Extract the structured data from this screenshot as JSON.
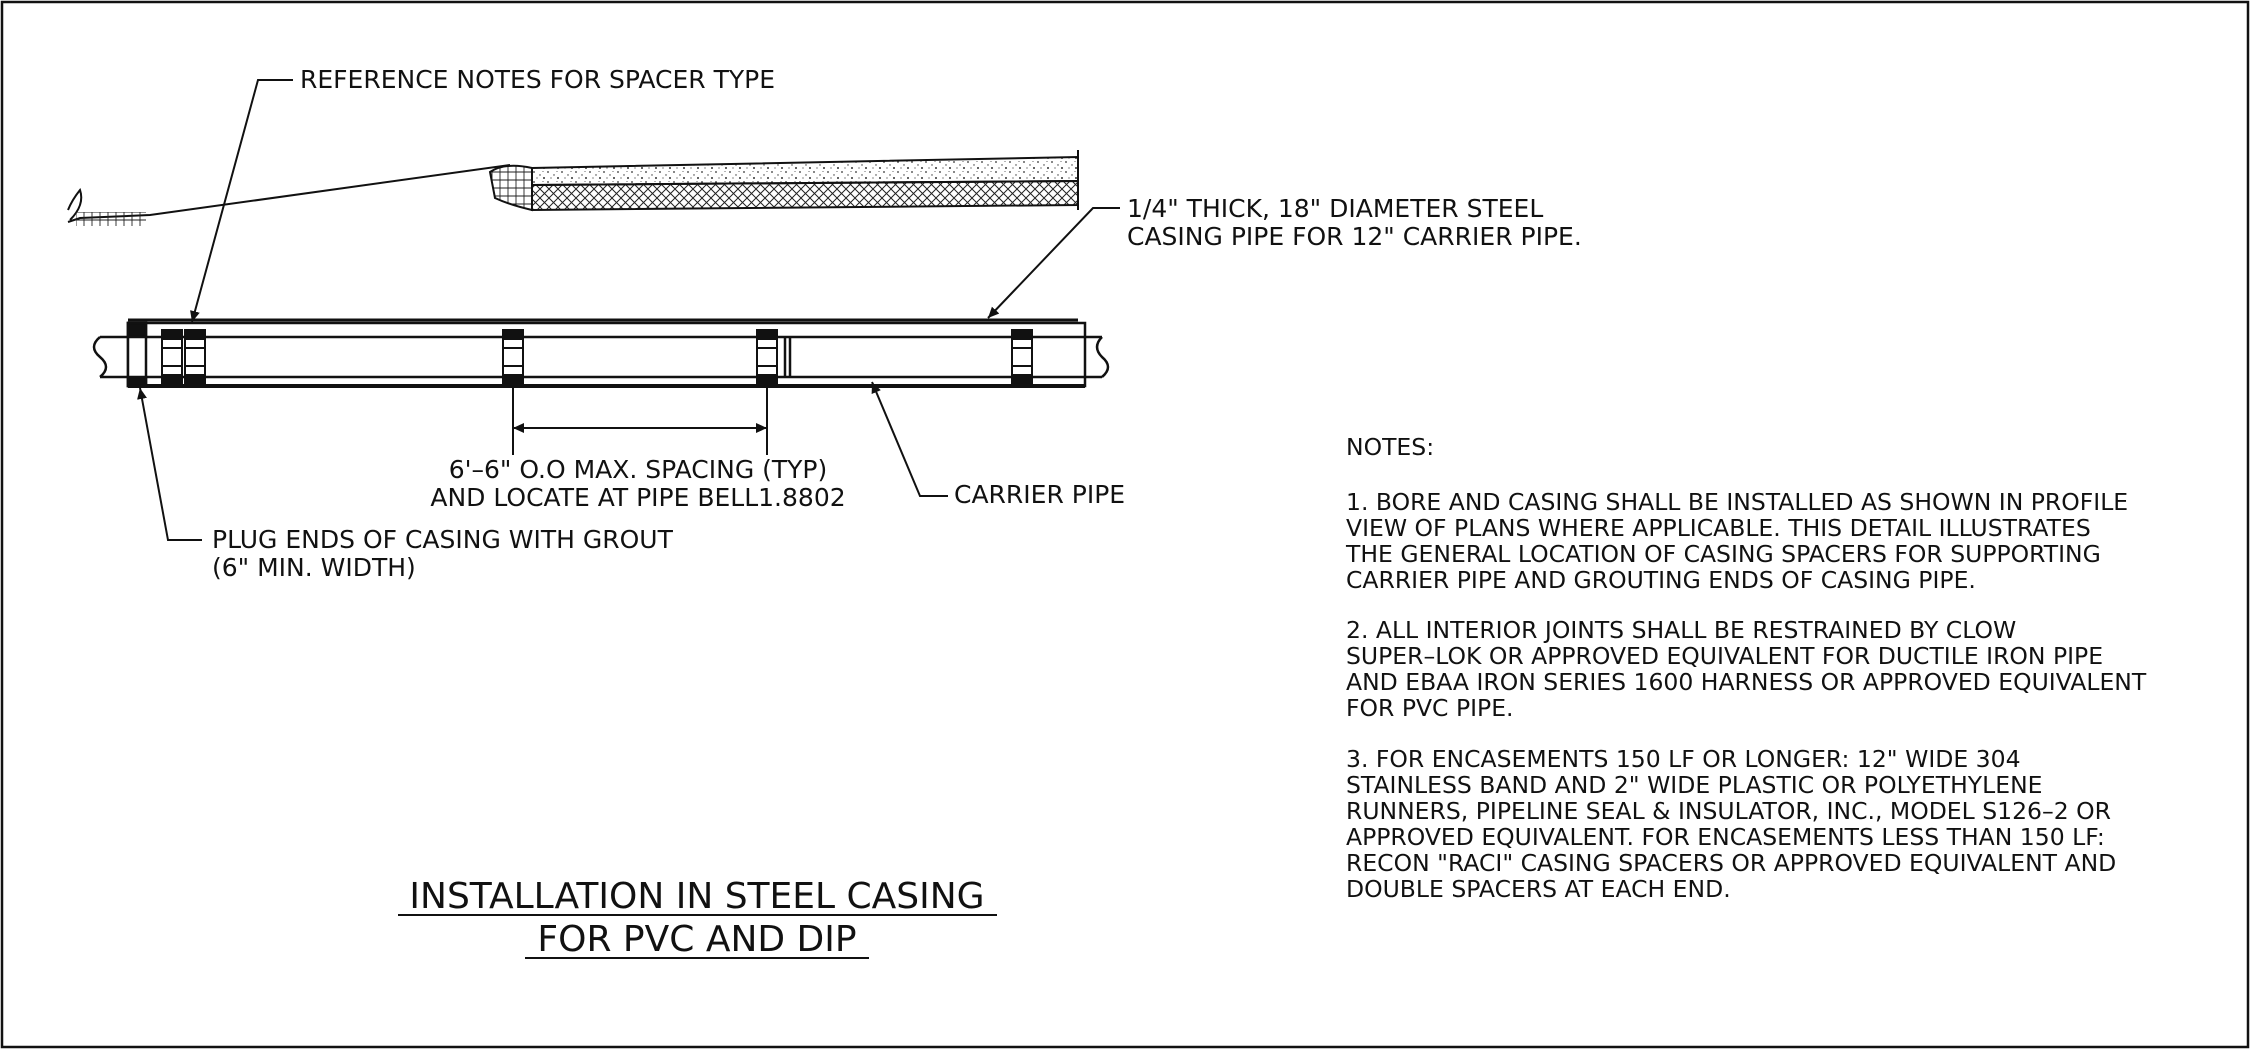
{
  "callouts": {
    "reference_notes": "REFERENCE NOTES FOR SPACER TYPE",
    "casing_pipe_line1": "1/4\" THICK, 18\" DIAMETER STEEL",
    "casing_pipe_line2": "CASING PIPE FOR 12\" CARRIER PIPE.",
    "spacing_line1": "6'–6\" O.O MAX. SPACING (TYP)",
    "spacing_line2": "AND LOCATE AT PIPE BELL1.8802",
    "carrier_pipe": "CARRIER PIPE",
    "plug_ends_line1": "PLUG ENDS OF CASING WITH GROUT",
    "plug_ends_line2": "(6\" MIN. WIDTH)"
  },
  "title": {
    "line1": "INSTALLATION IN STEEL CASING",
    "line2": "FOR PVC AND DIP"
  },
  "notes": {
    "heading": "NOTES:",
    "note1": [
      "1. BORE AND CASING SHALL BE INSTALLED AS SHOWN IN PROFILE",
      "VIEW OF PLANS WHERE APPLICABLE.  THIS DETAIL ILLUSTRATES",
      "THE GENERAL LOCATION OF CASING SPACERS FOR SUPPORTING",
      "CARRIER PIPE AND GROUTING ENDS OF CASING PIPE."
    ],
    "note2": [
      "2. ALL INTERIOR JOINTS SHALL BE RESTRAINED BY CLOW",
      "SUPER–LOK OR APPROVED EQUIVALENT FOR DUCTILE IRON PIPE",
      "AND EBAA IRON SERIES 1600 HARNESS OR APPROVED EQUIVALENT",
      "FOR PVC PIPE."
    ],
    "note3": [
      "3. FOR ENCASEMENTS 150 LF OR LONGER:  12\" WIDE 304",
      "STAINLESS BAND AND 2\" WIDE PLASTIC OR POLYETHYLENE",
      "RUNNERS, PIPELINE SEAL & INSULATOR, INC., MODEL S126–2 OR",
      "APPROVED EQUIVALENT.  FOR ENCASEMENTS LESS THAN 150 LF:",
      "RECON \"RACI\" CASING SPACERS OR APPROVED EQUIVALENT AND",
      "DOUBLE SPACERS AT EACH END."
    ]
  }
}
